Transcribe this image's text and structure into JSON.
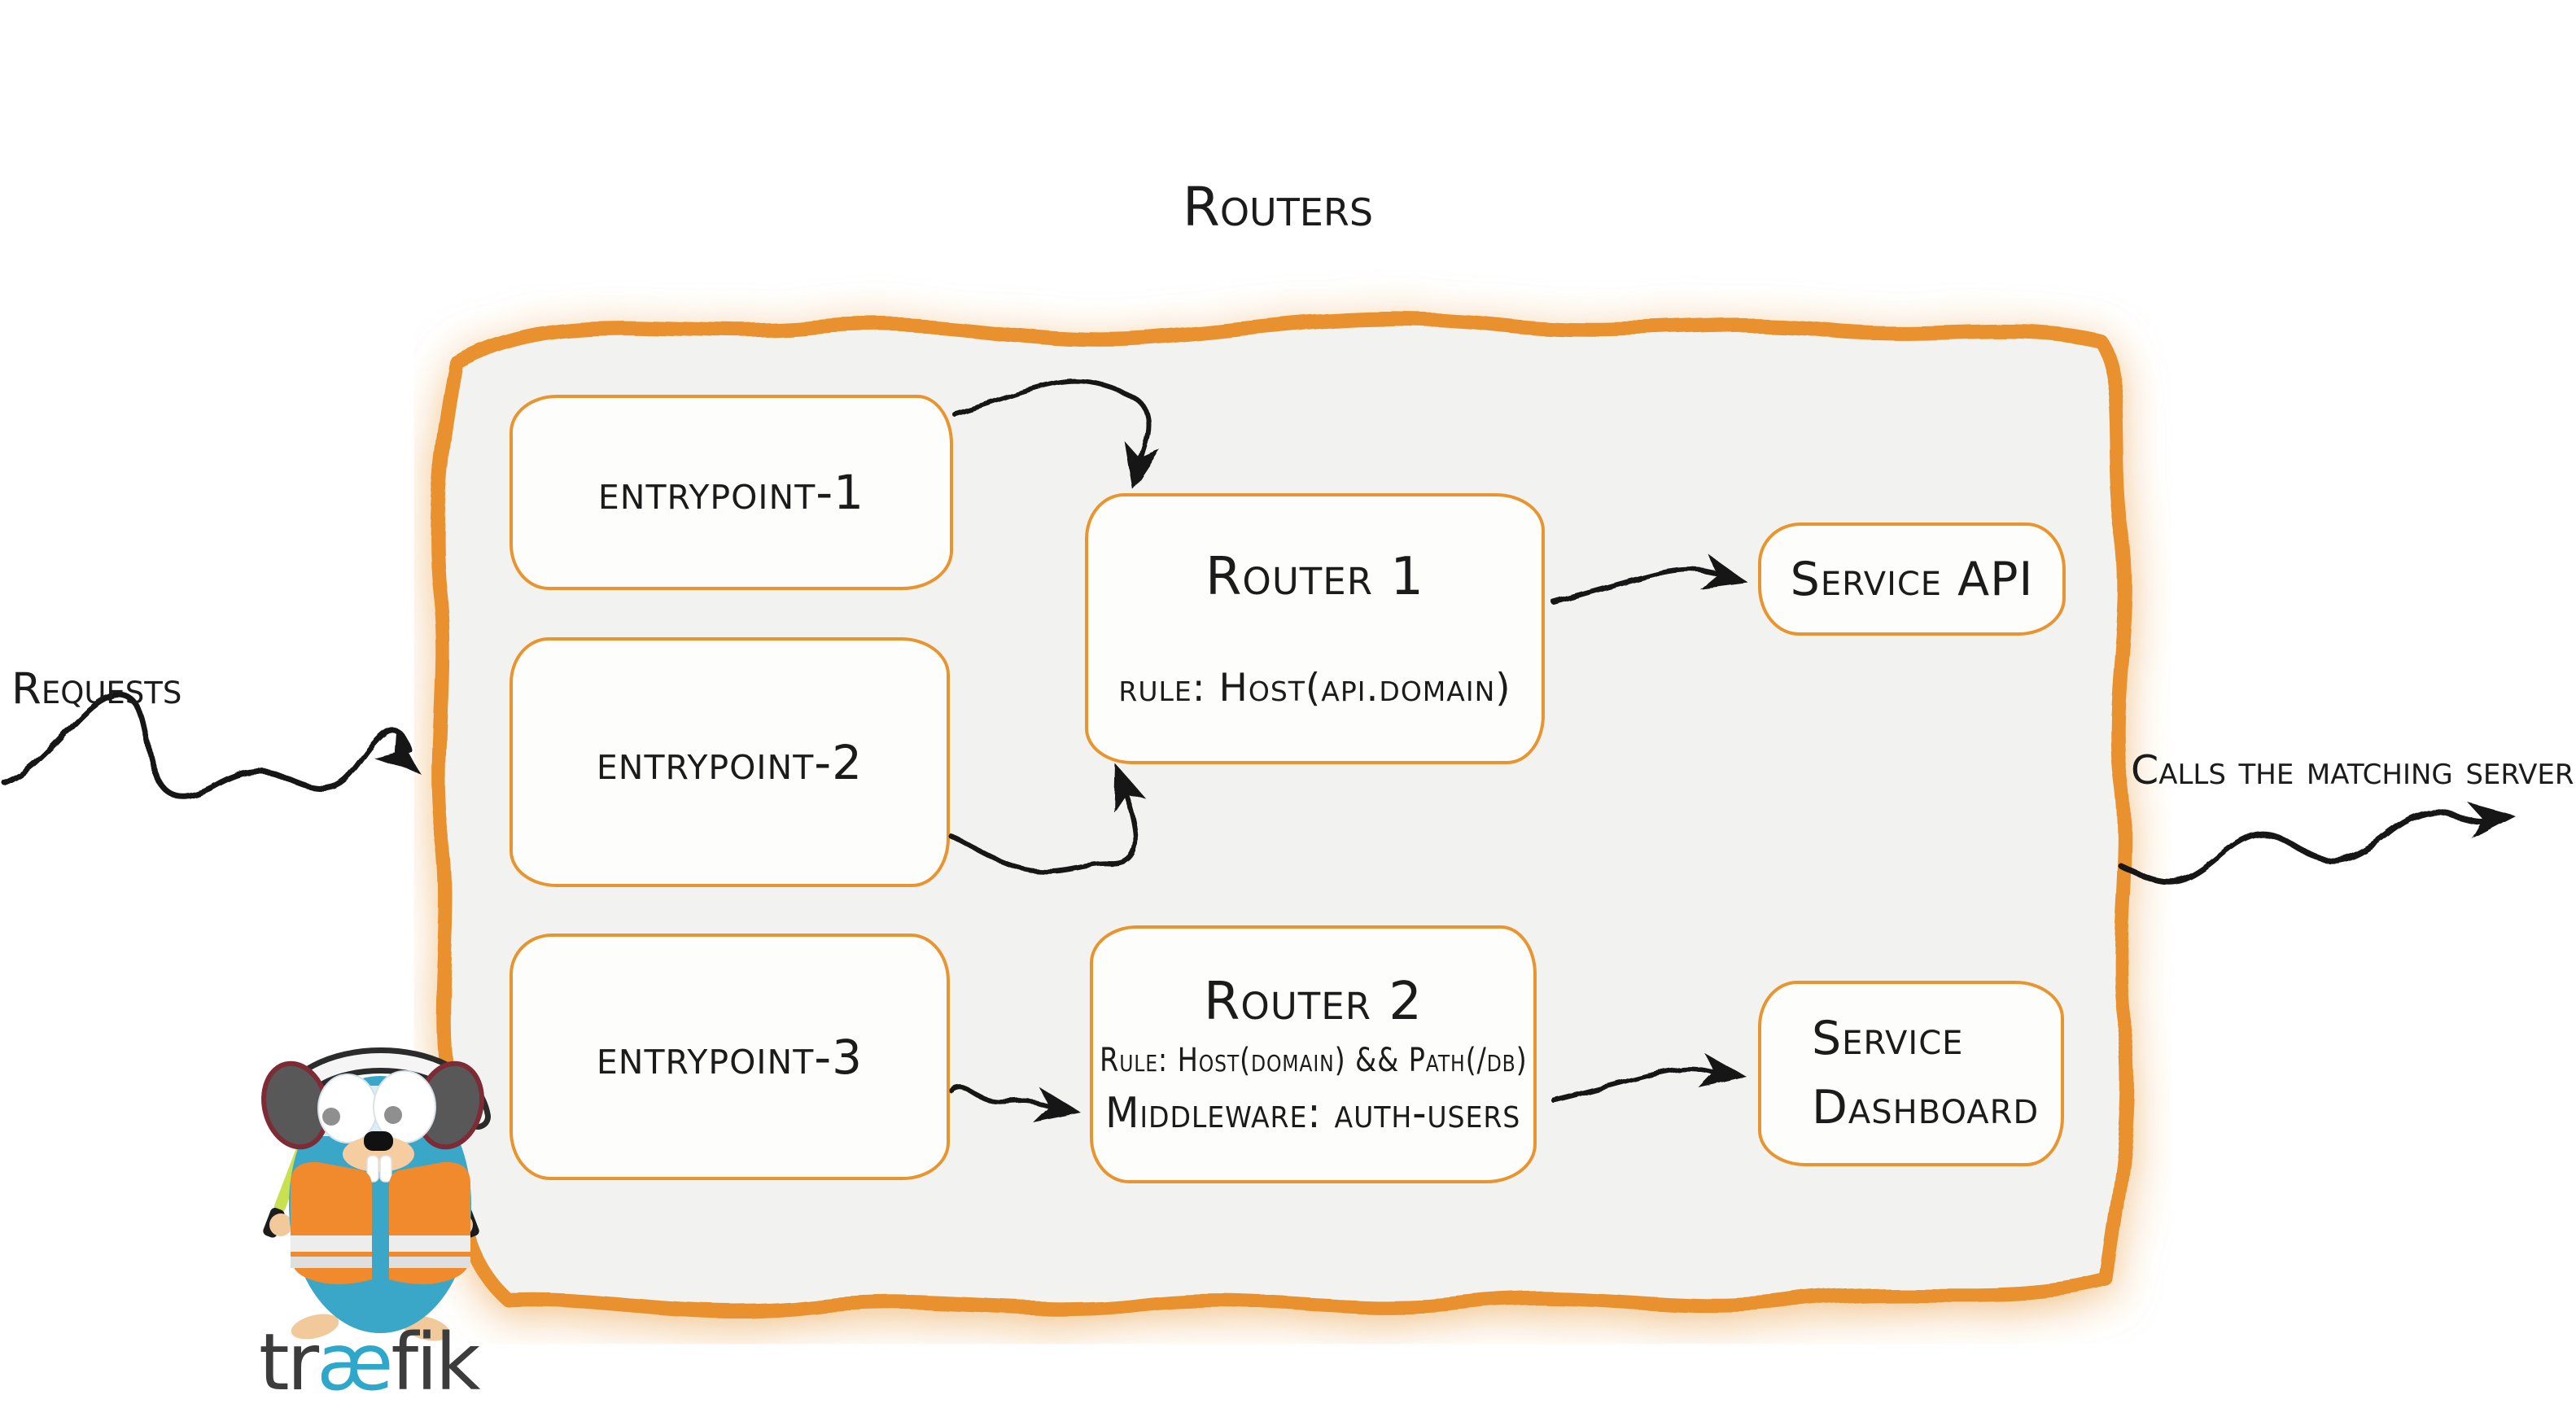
{
  "title": "Routers",
  "outside_labels": {
    "requests": "Requests",
    "calls_matching_server": "Calls the matching server"
  },
  "entrypoints": [
    {
      "label": "entrypoint-1"
    },
    {
      "label": "entrypoint-2"
    },
    {
      "label": "entrypoint-3"
    }
  ],
  "routers": [
    {
      "title": "Router 1",
      "rule": "rule: Host(api.domain)"
    },
    {
      "title": "Router 2",
      "rule": "Rule: Host(domain) && Path(/db)",
      "middleware": "Middleware: auth-users"
    }
  ],
  "services": [
    {
      "label": "Service API"
    },
    {
      "lines": [
        "Service",
        "Dashboard"
      ]
    }
  ],
  "logo": {
    "brand_pre": "tr",
    "brand_ae": "æ",
    "brand_post": "fik"
  },
  "colors": {
    "accent_orange": "#e8912d",
    "panel_fill": "#f2f2f0",
    "box_fill": "#fdfdfc",
    "ink": "#1b1b1b",
    "gopher_blue": "#3aa7c8",
    "vest_orange": "#f08a2c",
    "stick_green": "#c9e050",
    "headphone_gray": "#585858",
    "headphone_red": "#7d2b35",
    "brand_gray": "#3c3c3c",
    "brand_teal": "#2ea7ca"
  }
}
